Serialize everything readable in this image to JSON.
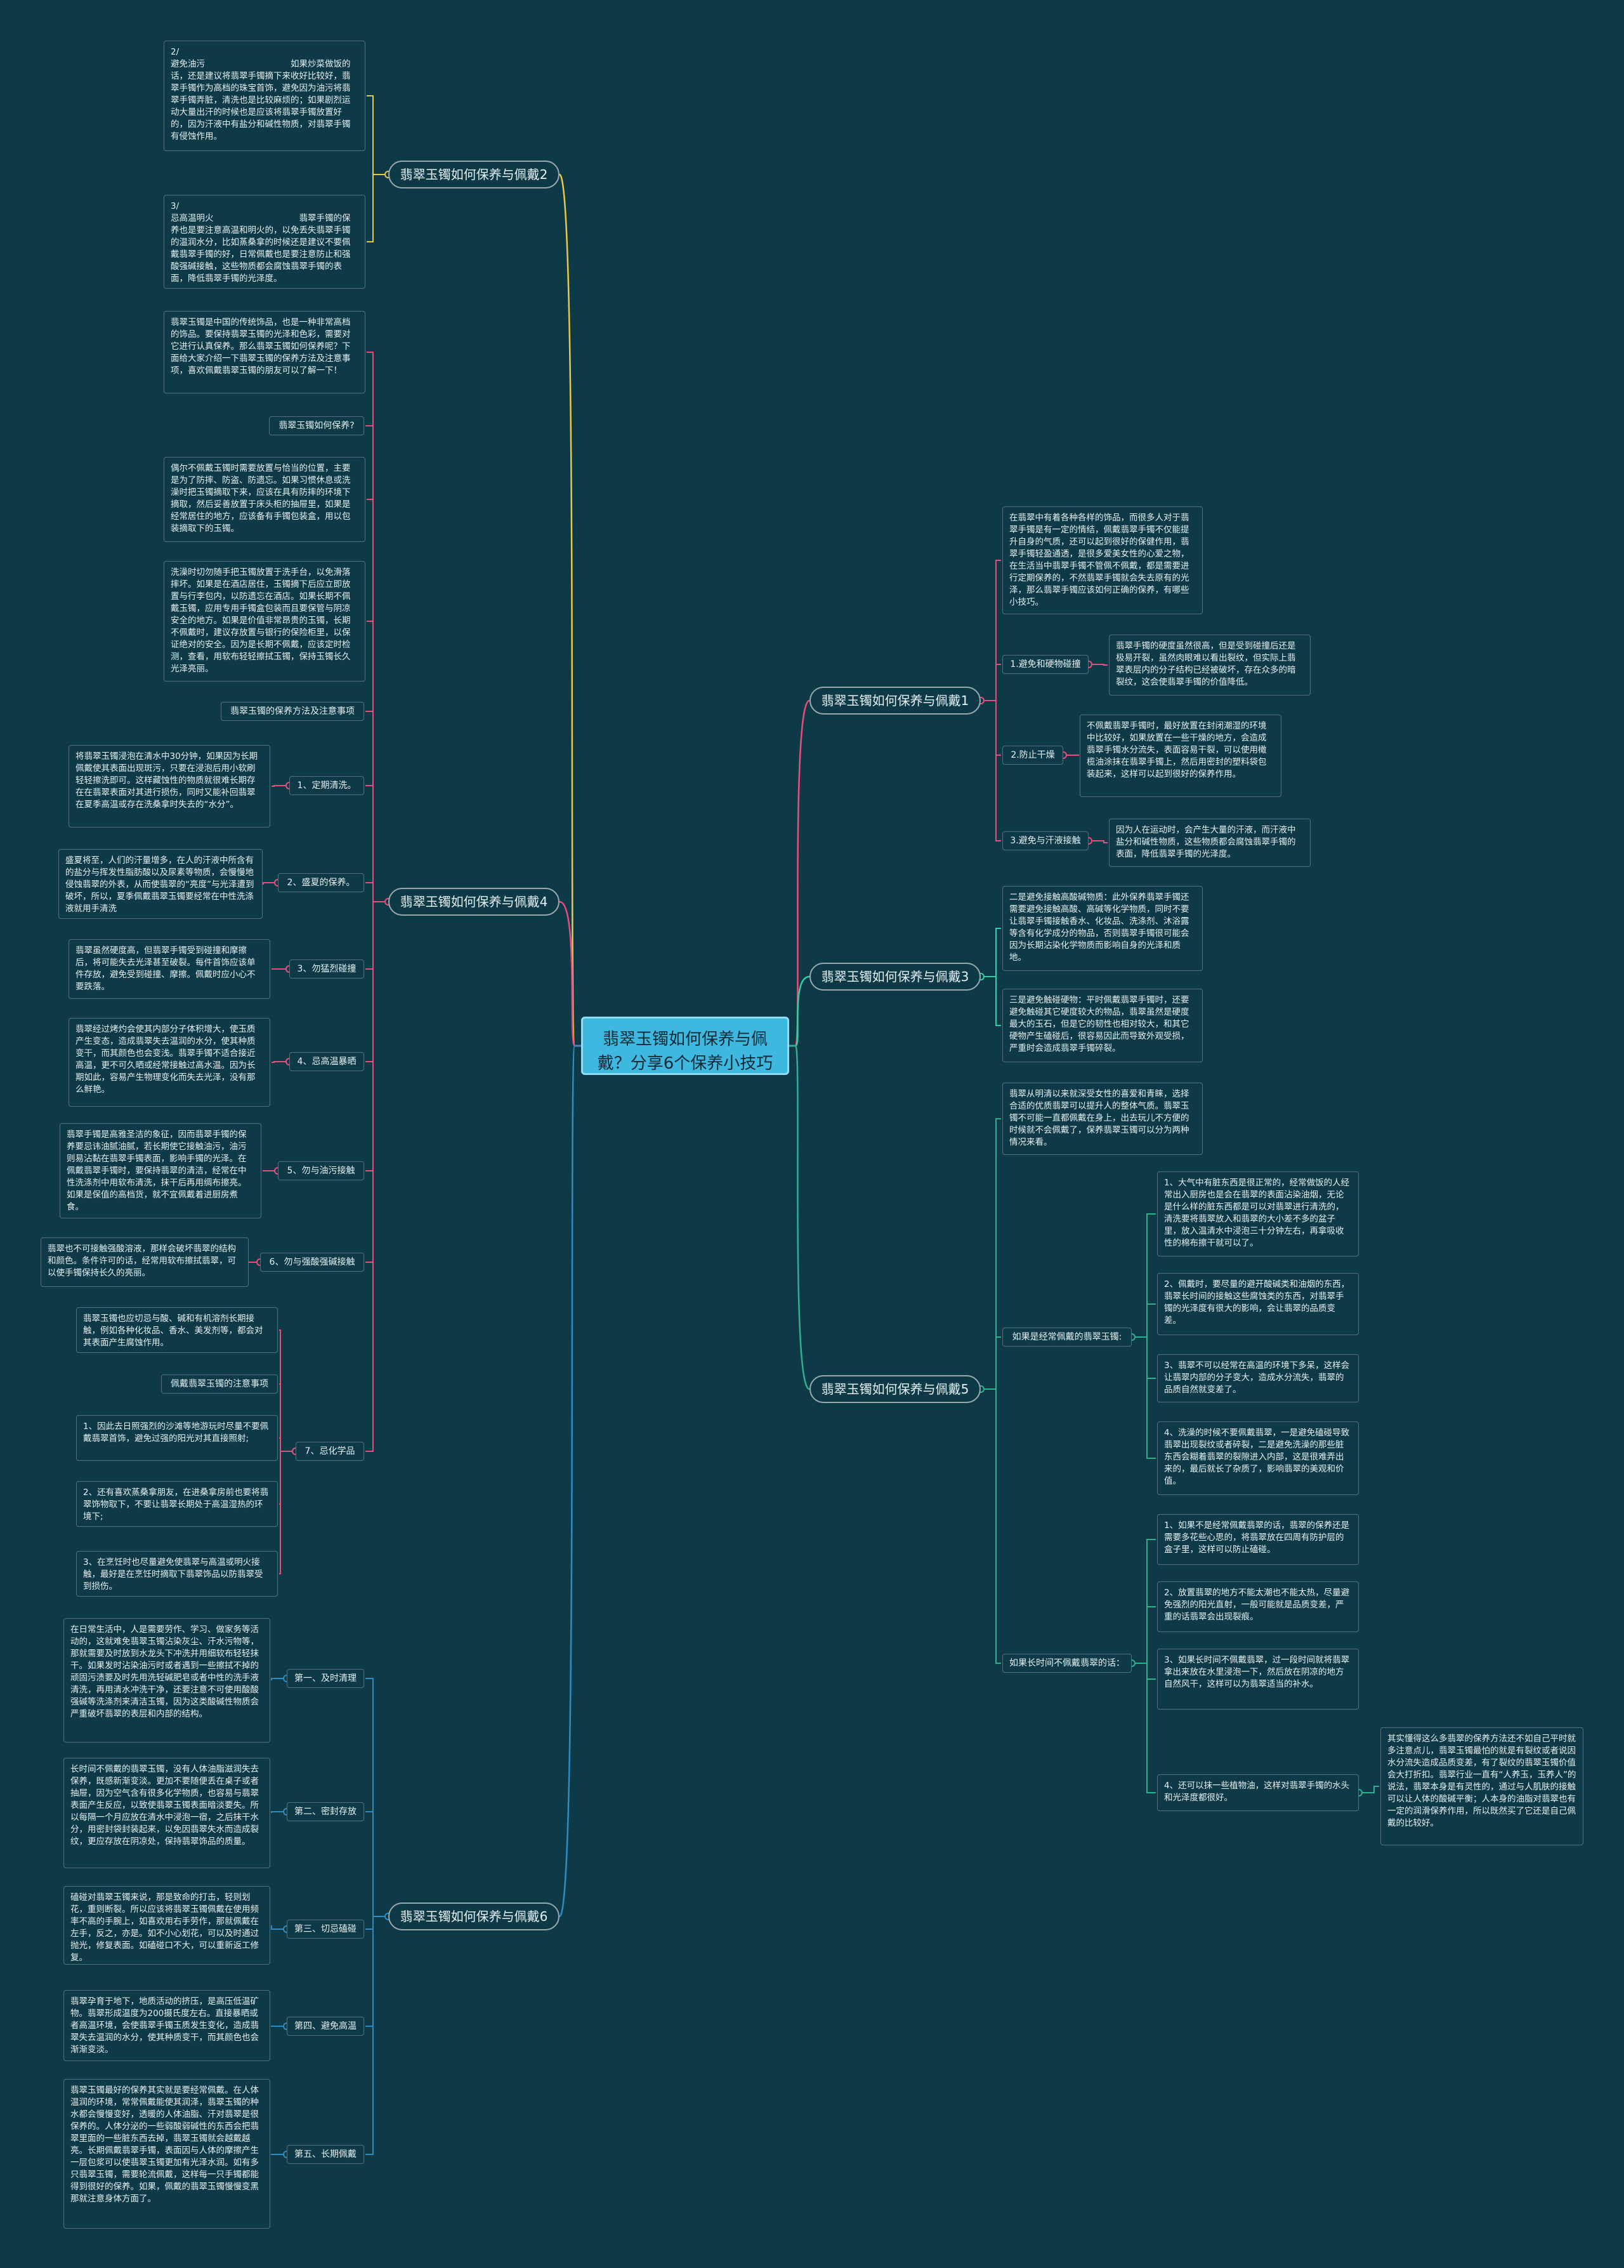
{
  "root": "翡翠玉镯如何保养与佩戴？分享6个保养小技巧",
  "colors": {
    "background": "#0e3a48",
    "root_fill": "#3fb8e0",
    "branch_2": "#e8c84a",
    "branch_4": "#e84d7c",
    "branch_6": "#2f8bc0",
    "branch_1": "#e84d7c",
    "branch_3": "#2fd0a8",
    "branch_5": "#2fb090"
  },
  "left": {
    "b2": {
      "title": "翡翠玉镯如何保养与佩戴2",
      "n1": "2/\n避免油污　　　　　　　　　　如果炒菜做饭的话，还是建议将翡翠手镯摘下来收好比较好，翡翠手镯作为高档的珠宝首饰，避免因为油污将翡翠手镯弄脏，清洗也是比较麻烦的；如果剧烈运动大量出汗的时候也是应该将翡翠手镯放置好的，因为汗液中有盐分和碱性物质，对翡翠手镯有侵蚀作用。",
      "n2": "3/\n忌高温明火　　　　　　　　　　翡翠手镯的保养也是要注意高温和明火的，以免丢失翡翠手镯的温润水分，比如蒸桑拿的时候还是建议不要佩戴翡翠手镯的好，日常佩戴也是要注意防止和强酸强碱接触，这些物质都会腐蚀翡翠手镯的表面，降低翡翠手镯的光泽度。"
    },
    "b4": {
      "title": "翡翠玉镯如何保养与佩戴4",
      "intro": "翡翠玉镯是中国的传统饰品，也是一种非常高档的饰品。要保持翡翠玉镯的光泽和色彩，需要对它进行认真保养。那么翡翠玉镯如何保养呢？下面给大家介绍一下翡翠玉镯的保养方法及注意事项，喜欢佩戴翡翠玉镯的朋友可以了解一下！",
      "q": "翡翠玉镯如何保养?",
      "a1": "偶尔不佩戴玉镯时需要放置与恰当的位置，主要是为了防摔、防盗、防遗忘。如果习惯休息或洗澡时把玉镯摘取下来，应该在具有防摔的环境下摘取，然后妥善放置于床头柜的抽屉里，如果是经常居住的地方，应该备有手镯包装盒，用以包装摘取下的玉镯。",
      "a2": "洗澡时切勿随手把玉镯放置于洗手台，以免滑落摔坏。如果是在酒店居住，玉镯摘下后应立即放置与行李包内，以防遗忘在酒店。如果长期不佩戴玉镯，应用专用手镯盒包装而且要保管与阴凉安全的地方。如果是价值非常昂贵的玉镯，长期不佩戴时，建议存放置与银行的保险柜里，以保证绝对的安全。因为是长期不佩戴，应该定时检测，查看，用软布轻轻擦拭玉镯，保持玉镯长久光泽亮丽。",
      "methods": "翡翠玉镯的保养方法及注意事项",
      "m1_label": "1、定期清洗。",
      "m1": "将翡翠玉镯浸泡在清水中30分钟，如果因为长期佩戴使其表面出现斑污，只要在浸泡后用小软刷轻轻擦洗即可。这样藏蚀性的物质就很难长期存在在翡翠表面对其进行损伤，同时又能补回翡翠在夏季高温或存在洗桑拿时失去的“水分”。",
      "m2_label": "2、盛夏的保养。",
      "m2": "盛夏将至，人们的汗量增多，在人的汗液中所含有的盐分与挥发性脂肪酸以及尿素等物质，会慢慢地侵蚀翡翠的外表，从而使翡翠的“亮度”与光泽遭到破坏，所以，夏季佩戴翡翠玉镯要经常在中性洗涤液就用手清洗",
      "m3_label": "3、勿猛烈碰撞",
      "m3": "翡翠虽然硬度高，但翡翠手镯受到碰撞和摩擦后，将可能失去光泽甚至破裂。每件首饰应该单件存放，避免受到碰撞、摩擦。佩戴时应小心不要跌落。",
      "m4_label": "4、忌高温暴晒",
      "m4": "翡翠经过烤灼会使其内部分子体积增大，使玉质产生变态，造成翡翠失去温润的水分，使其种质变干，而其颜色也会变浅。翡翠手镯不适合接近高温，更不可久晒或经常接触过高水温。因为长期如此，容易产生物理变化而失去光泽，没有那么鲜艳。",
      "m5_label": "5、勿与油污接触",
      "m5": "翡翠手镯是高雅圣洁的象征，因而翡翠手镯的保养要忌讳油腻油腻，若长期使它接触油污，油污则易沾黏在翡翠手镯表面，影响手镯的光泽。在佩戴翡翠手镯时，要保持翡翠的清洁，经常在中性洗涤剂中用软布清洗，抹干后再用绸布擦亮。如果是保值的高档货，就不宜佩戴着进厨房煮食。",
      "m6_label": "6、勿与强酸强碱接触",
      "m6": "翡翠也不可接触强酸溶液，那样会破坏翡翠的结构和颜色。条件许可的话，经常用软布擦拭翡翠，可以使手镯保持长久的亮丽。",
      "m7_label": "7、忌化学品",
      "m7a": "翡翠玉镯也应切忌与酸、碱和有机溶剂长期接触，例如各种化妆品、香水、美发剂等，都会对其表面产生腐蚀作用。",
      "m7b": "佩戴翡翠玉镯的注意事项",
      "m7c": "1、因此去日照强烈的沙滩等地游玩时尽量不要佩戴翡翠首饰，避免过强的阳光对其直接照射;",
      "m7d": "2、还有喜欢蒸桑拿朋友，在进桑拿房前也要将翡翠饰物取下，不要让翡翠长期处于高温湿热的环境下;",
      "m7e": "3、在烹饪时也尽量避免使翡翠与高温或明火接触，最好是在烹饪时摘取下翡翠饰品以防翡翠受到损伤。"
    },
    "b6": {
      "title": "翡翠玉镯如何保养与佩戴6",
      "s1_label": "第一、及时清理",
      "s1": "在日常生活中，人是需要劳作、学习、做家务等活动的，这就难免翡翠玉镯沾染灰尘、汗水污物等，那就需要及时放到水龙头下冲洗并用细软布轻轻抹干。如果发时沾染油污时或者遇到一些擦拭不掉的顽固污渍要及时先用洗轻碱肥皂或者中性的洗手液清洗，再用清水冲洗干净，还要注意不可使用酸酸强碱等洗涤剂来清洁玉镯，因为这类酸碱性物质会严重破坏翡翠的表层和内部的结构。",
      "s2_label": "第二、密封存放",
      "s2": "长时间不佩戴的翡翠玉镯，没有人体油脂滋润失去保养，既感新渐变淡。更加不要随便丢在桌子或者抽屉，因为空气含有很多化学物质，也容易与翡翠表面产生反应，以致使翡翠玉镯表面暗淡要失。所以每隔一个月应放在清水中浸泡一宿，之后抹干水分，用密封袋封装起来，以免因翡翠失水而造成裂纹，更应存放在阴凉处，保持翡翠饰品的质量。",
      "s3_label": "第三、切忌磕碰",
      "s3": "磕碰对翡翠玉镯来说，那是致命的打击，轻则划花，重则断裂。所以应该将翡翠玉镯佩戴在使用频率不高的手腕上，如喜欢用右手劳作，那就佩戴在左手，反之，亦是。如不小心划花，可以及时通过抛光，修复表面。如磕碰口不大，可以重新返工修复。",
      "s4_label": "第四、避免高温",
      "s4": "翡翠孕育于地下，地质活动的挤压，是高压低温矿物。翡翠形成温度为200摄氏度左右。直接暴晒或者高温环境，会使翡翠手镯玉质发生变化，造成翡翠失去温润的水分，使其种质变干，而其颜色也会渐渐变淡。",
      "s5_label": "第五、长期佩戴",
      "s5": "翡翠玉镯最好的保养其实就是要经常佩戴。在人体温润的环境，常常佩戴能使其润泽，翡翠玉镯的种水都会慢慢变好，透暖的人体油脂、汗对翡翠是很保养的。人体分泌的一些弱酸弱碱性的东西会把翡翠里面的一些脏东西去掉，翡翠玉镯就会越戴越亮。长期佩戴翡翠手镯，表面因与人体的摩擦产生一层包浆可以使翡翠玉镯更加有光泽水润。如有多只翡翠玉镯，需要轮流佩戴，这样每一只手镯都能得到很好的保养。如果，佩戴的翡翠玉镯慢慢变黑那就注意身体方面了。"
    }
  },
  "right": {
    "b1": {
      "title": "翡翠玉镯如何保养与佩戴1",
      "intro": "在翡翠中有着各种各样的饰品，而很多人对于翡翠手镯是有一定的情结，佩戴翡翠手镯不仅能提升自身的气质，还可以起到很好的保健作用，翡翠手镯轻盈通透，是很多爱美女性的心爱之物，在生活当中翡翠手镯不管佩不佩戴，都是需要进行定期保养的，不然翡翠手镯就会失去原有的光泽，那么翡翠手镯应该如何正确的保养，有哪些小技巧。",
      "k1_label": "1.避免和硬物碰撞",
      "k1": "翡翠手镯的硬度虽然很高，但是受到碰撞后还是极易开裂，虽然肉眼难以看出裂纹，但实际上翡翠表层内的分子结构已经被破坏，存在众多的暗裂纹，这会使翡翠手镯的价值降低。",
      "k2_label": "2.防止干燥",
      "k2": "不佩戴翡翠手镯时，最好放置在封闭潮湿的环境中比较好，如果放置在一些干燥的地方，会造成翡翠手镯水分流失，表面容易干裂，可以使用橄榄油涂抹在翡翠手镯上，然后用密封的塑料袋包装起来，这样可以起到很好的保养作用。",
      "k3_label": "3.避免与汗液接触",
      "k3": "因为人在运动时，会产生大量的汗液，而汗液中盐分和碱性物质，这些物质都会腐蚀翡翠手镯的表面，降低翡翠手镯的光泽度。"
    },
    "b3": {
      "title": "翡翠玉镯如何保养与佩戴3",
      "n1": "二是避免接触高酸碱物质：此外保养翡翠手镯还需要避免接触高酸、高碱等化学物质，同时不要让翡翠手镯接触香水、化妆品、洗涤剂、沐浴露等含有化学成分的物品，否则翡翠手镯很可能会因为长期沾染化学物质而影响自身的光泽和质地。",
      "n2": "三是避免触碰硬物：平时佩戴翡翠手镯时，还要避免触碰其它硬度较大的物品，翡翠虽然是硬度最大的玉石，但是它的韧性也相对较大，和其它硬物产生磕碰后，很容易因此而导致外观受损，严重时会造成翡翠手镯碎裂。"
    },
    "b5": {
      "title": "翡翠玉镯如何保养与佩戴5",
      "intro": "翡翠从明清以来就深受女性的喜爱和青睐，选择合适的优质翡翠可以提升人的整体气质。翡翠玉镯不可能一直都佩戴在身上，出去玩儿不方便的时候就不会佩戴了，保养翡翠玉镯可以分为两种情况来看。",
      "g1_label": "如果是经常佩戴的翡翠玉镯:",
      "g1_1": "1、大气中有脏东西是很正常的，经常做饭的人经常出入厨房也是会在翡翠的表面沾染油烟，无论是什么样的脏东西都是可以对翡翠进行清洗的，清洗要将翡翠放入和翡翠的大小差不多的盆子里，放入温清水中浸泡三十分钟左右，再拿吸收性的棉布擦干就可以了。",
      "g1_2": "2、佩戴时，要尽量的避开酸碱类和油烟的东西，翡翠长时间的接触这些腐蚀类的东西，对翡翠手镯的光泽度有很大的影响，会让翡翠的品质变差。",
      "g1_3": "3、翡翠不可以经常在高温的环境下多呆，这样会让翡翠内部的分子变大，造成水分流失，翡翠的品质自然就变差了。",
      "g1_4": "4、洗澡的时候不要佩戴翡翠，一是避免磕碰导致翡翠出现裂纹或者碎裂，二是避免洗澡的那些脏东西会糊着翡翠的裂隙进入内部，这是很难弄出来的，最后就长了杂质了，影响翡翠的美观和价值。",
      "g2_label": "如果长时间不佩戴翡翠的话：",
      "g2_1": "1、如果不是经常佩戴翡翠的话，翡翠的保养还是需要多花些心思的，将翡翠放在四周有防护层的盒子里，这样可以防止磕碰。",
      "g2_2": "2、放置翡翠的地方不能太潮也不能太热，尽量避免强烈的阳光直射，一般可能就是品质变差，严重的话翡翠会出现裂痕。",
      "g2_3": "3、如果长时间不佩戴翡翠，过一段时间就将翡翠拿出来放在水里浸泡一下，然后放在阴凉的地方自然风干，这样可以为翡翠适当的补水。",
      "g2_4": "4、还可以抹一些植物油，这样对翡翠手镯的水头和光泽度都很好。",
      "g2_4_note": "其实懂得这么多翡翠的保养方法还不如自己平时就多注意点儿，翡翠玉镯最怕的就是有裂纹或者说因水分流失造成品质变差，有了裂纹的翡翠玉镯价值会大打折扣。翡翠行业一直有“人养玉，玉养人”的说法，翡翠本身是有灵性的，通过与人肌肤的接触可以让人体的酸碱平衡；人本身的油脂对翡翠也有一定的润滑保养作用，所以既然买了它还是自己佩戴的比较好。"
    }
  }
}
